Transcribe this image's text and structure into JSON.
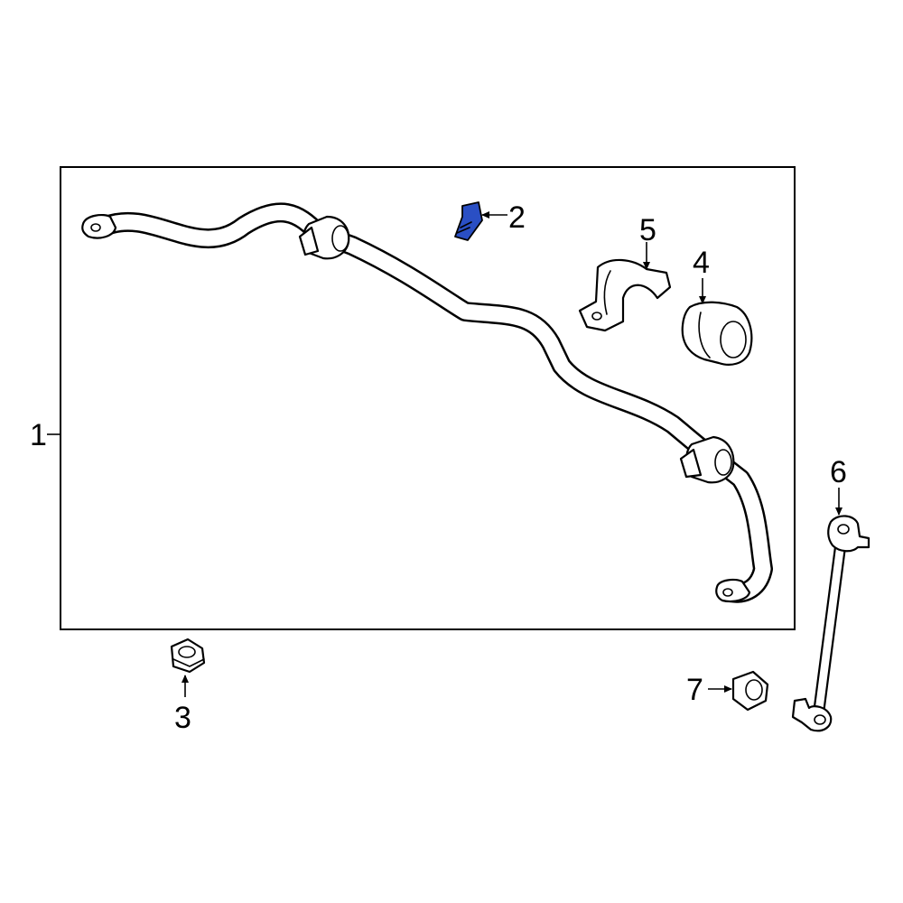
{
  "diagram": {
    "callouts": [
      {
        "id": "1",
        "label": "1"
      },
      {
        "id": "2",
        "label": "2"
      },
      {
        "id": "3",
        "label": "3"
      },
      {
        "id": "4",
        "label": "4"
      },
      {
        "id": "5",
        "label": "5"
      },
      {
        "id": "6",
        "label": "6"
      },
      {
        "id": "7",
        "label": "7"
      }
    ],
    "colors": {
      "highlight": "#2a4fc4",
      "line": "#000000",
      "background": "#ffffff"
    }
  }
}
